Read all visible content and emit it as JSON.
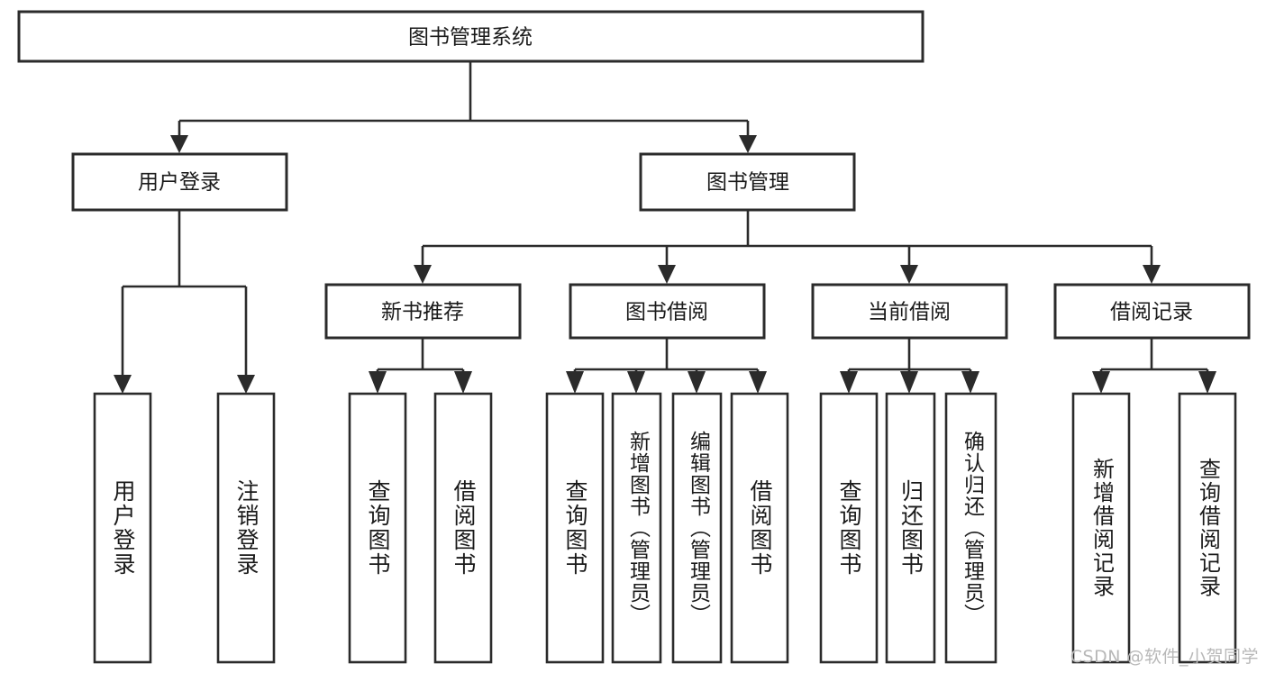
{
  "diagram": {
    "type": "hierarchy-tree",
    "title_node": {
      "label": "图书管理系统"
    },
    "level2": [
      {
        "id": "user-login",
        "label": "用户登录"
      },
      {
        "id": "book-management",
        "label": "图书管理"
      }
    ],
    "level3": [
      {
        "id": "new-book-recommend",
        "label": "新书推荐",
        "parent": "book-management"
      },
      {
        "id": "book-borrow",
        "label": "图书借阅",
        "parent": "book-management"
      },
      {
        "id": "current-borrow",
        "label": "当前借阅",
        "parent": "book-management"
      },
      {
        "id": "borrow-record",
        "label": "借阅记录",
        "parent": "book-management"
      }
    ],
    "leaves": [
      {
        "id": "leaf-user-login",
        "label": "用户登录",
        "parent": "user-login"
      },
      {
        "id": "leaf-logout-login",
        "label": "注销登录",
        "parent": "user-login"
      },
      {
        "id": "leaf-query-book-1",
        "label": "查询图书",
        "parent": "new-book-recommend"
      },
      {
        "id": "leaf-borrow-book-1",
        "label": "借阅图书",
        "parent": "new-book-recommend"
      },
      {
        "id": "leaf-query-book-2",
        "label": "查询图书",
        "parent": "book-borrow"
      },
      {
        "id": "leaf-add-book",
        "label": "新增图书（管理员）",
        "parent": "book-borrow"
      },
      {
        "id": "leaf-edit-book",
        "label": "编辑图书（管理员）",
        "parent": "book-borrow"
      },
      {
        "id": "leaf-borrow-book-2",
        "label": "借阅图书",
        "parent": "book-borrow"
      },
      {
        "id": "leaf-query-book-3",
        "label": "查询图书",
        "parent": "current-borrow"
      },
      {
        "id": "leaf-return-book",
        "label": "归还图书",
        "parent": "current-borrow"
      },
      {
        "id": "leaf-confirm-return",
        "label": "确认归还（管理员）",
        "parent": "current-borrow"
      },
      {
        "id": "leaf-add-record",
        "label": "新增借阅记录",
        "parent": "borrow-record"
      },
      {
        "id": "leaf-query-record",
        "label": "查询借阅记录",
        "parent": "borrow-record"
      }
    ],
    "colors": {
      "stroke": "#2b2b2b",
      "fill": "#ffffff",
      "text": "#1a1a1a",
      "watermark": "#b8b8b8"
    }
  },
  "watermark": {
    "text": "CSDN @软件_小贺同学"
  }
}
